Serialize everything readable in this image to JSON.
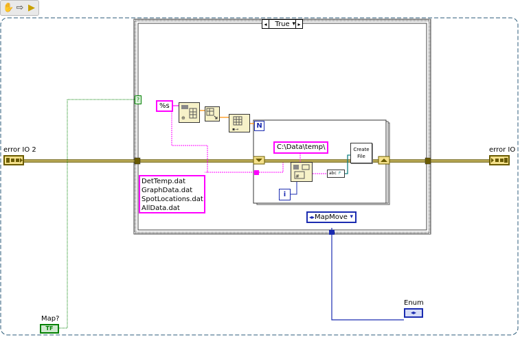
{
  "toolbar": {
    "run_icon": "hand-icon",
    "arrow_icon": "arrow-icon",
    "highlight_icon": "highlight-icon"
  },
  "terminals": {
    "error_in_label": "error IO 2",
    "error_out_label": "error IO",
    "map_label": "Map?",
    "map_value": "TF",
    "enum_label": "Enum",
    "enum_value": "◂▸"
  },
  "case_structure": {
    "selector_value": "True",
    "selector_arrow": "▾",
    "question_mark": "?",
    "format_string": "%s",
    "file_names": [
      "DetTemp.dat",
      "GraphData.dat",
      "SpotLocations.dat",
      "AllData.dat"
    ],
    "path_constant": "C:\\Data\\temp\\",
    "enum_constant": "MapMove",
    "enum_arrow": "▾"
  },
  "for_loop": {
    "count_label": "N",
    "index_label": "i",
    "create_file_label_1": "Create",
    "create_file_label_2": "File",
    "string_to_path_label": "abc"
  },
  "colors": {
    "string_wire": "#ff00ff",
    "error_wire": "#6a5b00",
    "bool_wire": "#008000",
    "enum_wire": "#1a2bb0",
    "frame_border": "#6b6b6b"
  }
}
